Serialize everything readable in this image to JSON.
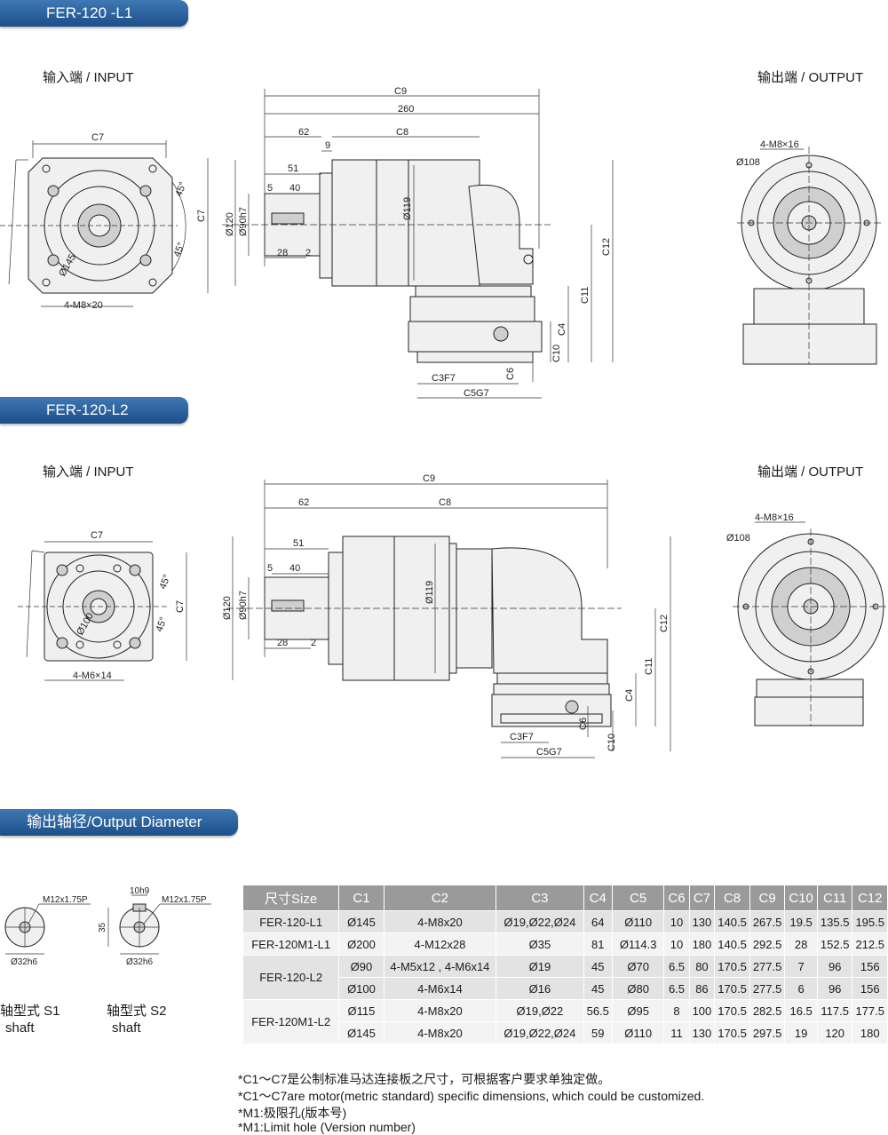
{
  "sections": {
    "l1_title": "FER-120 -L1",
    "l2_title": "FER-120-L2",
    "output_title": "输出轴径/Output Diameter"
  },
  "labels": {
    "input": "输入端 / INPUT",
    "output": "输出端 / OUTPUT"
  },
  "l1": {
    "c7": "C7",
    "m_input": "4-M8×20",
    "d145": "Ø145",
    "a45": "45°",
    "c9": "C9",
    "l260": "260",
    "l62": "62",
    "l9": "9",
    "c8": "C8",
    "l51": "51",
    "l5": "5",
    "l40": "40",
    "d120": "Ø120",
    "d90": "Ø90h7",
    "d119": "Ø119",
    "l28": "28",
    "l2": "2",
    "c12": "C12",
    "c11": "C11",
    "c4": "C4",
    "c10": "C10",
    "c6": "C6",
    "c3": "C3F7",
    "c5": "C5G7",
    "m_out": "4-M8×16",
    "d108": "Ø108"
  },
  "l2": {
    "c7": "C7",
    "m_input": "4-M6×14",
    "d100": "Ø100",
    "a45": "45°",
    "c9": "C9",
    "l62": "62",
    "c8": "C8",
    "l51": "51",
    "l5": "5",
    "l40": "40",
    "d120": "Ø120",
    "d90": "Ø90h7",
    "d119": "Ø119",
    "l28": "28",
    "l2": "2",
    "c12": "C12",
    "c11": "C11",
    "c4": "C4",
    "c10": "C10",
    "c6": "C6",
    "c3": "C3F7",
    "c5": "C5G7",
    "m_out": "4-M8×16",
    "d108": "Ø108"
  },
  "shafts": {
    "s1_thread": "M12x1.75P",
    "s1_dia": "Ø32h6",
    "s1_name": "轴型式 S1",
    "s1_en": "shaft",
    "s2_key": "10h9",
    "s2_thread": "M12x1.75P",
    "s2_len": "35",
    "s2_dia": "Ø32h6",
    "s2_name": "轴型式 S2",
    "s2_en": "shaft"
  },
  "table": {
    "headers": [
      "尺寸Size",
      "C1",
      "C2",
      "C3",
      "C4",
      "C5",
      "C6",
      "C7",
      "C8",
      "C9",
      "C10",
      "C11",
      "C12"
    ],
    "rows": [
      {
        "size": "FER-120-L1",
        "cells": [
          "Ø145",
          "4-M8x20",
          "Ø19,Ø22,Ø24",
          "64",
          "Ø110",
          "10",
          "130",
          "140.5",
          "267.5",
          "19.5",
          "135.5",
          "195.5"
        ]
      },
      {
        "size": "FER-120M1-L1",
        "cells": [
          "Ø200",
          "4-M12x28",
          "Ø35",
          "81",
          "Ø114.3",
          "10",
          "180",
          "140.5",
          "292.5",
          "28",
          "152.5",
          "212.5"
        ]
      },
      {
        "size": "FER-120-L2",
        "cells": [
          "Ø90",
          "4-M5x12 , 4-M6x14",
          "Ø19",
          "45",
          "Ø70",
          "6.5",
          "80",
          "170.5",
          "277.5",
          "7",
          "96",
          "156"
        ]
      },
      {
        "size": "",
        "cells": [
          "Ø100",
          "4-M6x14",
          "Ø16",
          "45",
          "Ø80",
          "6.5",
          "86",
          "170.5",
          "277.5",
          "6",
          "96",
          "156"
        ]
      },
      {
        "size": "FER-120M1-L2",
        "cells": [
          "Ø115",
          "4-M8x20",
          "Ø19,Ø22",
          "56.5",
          "Ø95",
          "8",
          "100",
          "170.5",
          "282.5",
          "16.5",
          "117.5",
          "177.5"
        ]
      },
      {
        "size": "",
        "cells": [
          "Ø145",
          "4-M8x20",
          "Ø19,Ø22,Ø24",
          "59",
          "Ø110",
          "11",
          "130",
          "170.5",
          "297.5",
          "19",
          "120",
          "180"
        ]
      }
    ]
  },
  "notes": [
    "*C1～C7是公制标准马达连接板之尺寸，可根据客户要求单独定做。",
    "*C1～C7are motor(metric standard) specific dimensions, which could be customized.",
    "*M1:极限孔(版本号)",
    "*M1:Limit hole (Version number)"
  ]
}
